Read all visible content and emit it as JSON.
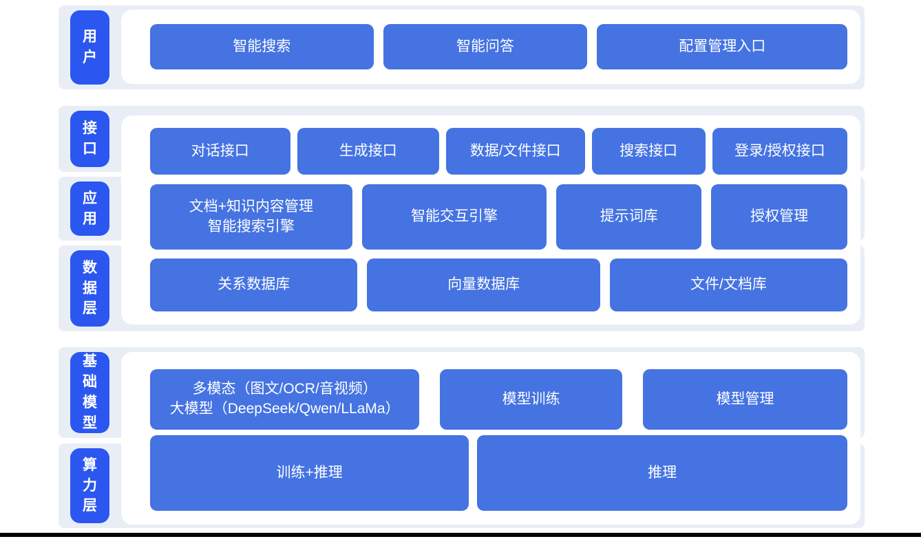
{
  "colors": {
    "node_blue": "#4573e2",
    "label_blue": "#2b57f0",
    "band_bg": "#e9eef6",
    "panel_bg": "#ffffff",
    "text": "#ffffff",
    "footer_bar": "#060606"
  },
  "sections": [
    {
      "id": "user",
      "labels": [
        {
          "text": "用户"
        }
      ],
      "rows": [
        {
          "buttons": [
            {
              "text": "智能搜索"
            },
            {
              "text": "智能问答"
            },
            {
              "text": "配置管理入口"
            }
          ]
        }
      ]
    },
    {
      "id": "service",
      "labels": [
        {
          "text": "接口"
        },
        {
          "text": "应用"
        },
        {
          "text": "数据层"
        }
      ],
      "rows": [
        {
          "buttons": [
            {
              "text": "对话接口"
            },
            {
              "text": "生成接口"
            },
            {
              "text": "数据/文件接口"
            },
            {
              "text": "搜索接口"
            },
            {
              "text": "登录/授权接口"
            }
          ]
        },
        {
          "buttons": [
            {
              "text": "文档+知识内容管理\n智能搜索引擎"
            },
            {
              "text": "智能交互引擎"
            },
            {
              "text": "提示词库"
            },
            {
              "text": "授权管理"
            }
          ]
        },
        {
          "buttons": [
            {
              "text": "关系数据库"
            },
            {
              "text": "向量数据库"
            },
            {
              "text": "文件/文档库"
            }
          ]
        }
      ]
    },
    {
      "id": "foundation",
      "labels": [
        {
          "text": "基础模型"
        },
        {
          "text": "算力层"
        }
      ],
      "rows": [
        {
          "buttons": [
            {
              "text": "多模态（图文/OCR/音视频）\n大模型（DeepSeek/Qwen/LLaMa）"
            },
            {
              "text": "模型训练"
            },
            {
              "text": "模型管理"
            }
          ]
        },
        {
          "buttons": [
            {
              "text": "训练+推理"
            },
            {
              "text": "推理"
            }
          ]
        }
      ]
    }
  ]
}
